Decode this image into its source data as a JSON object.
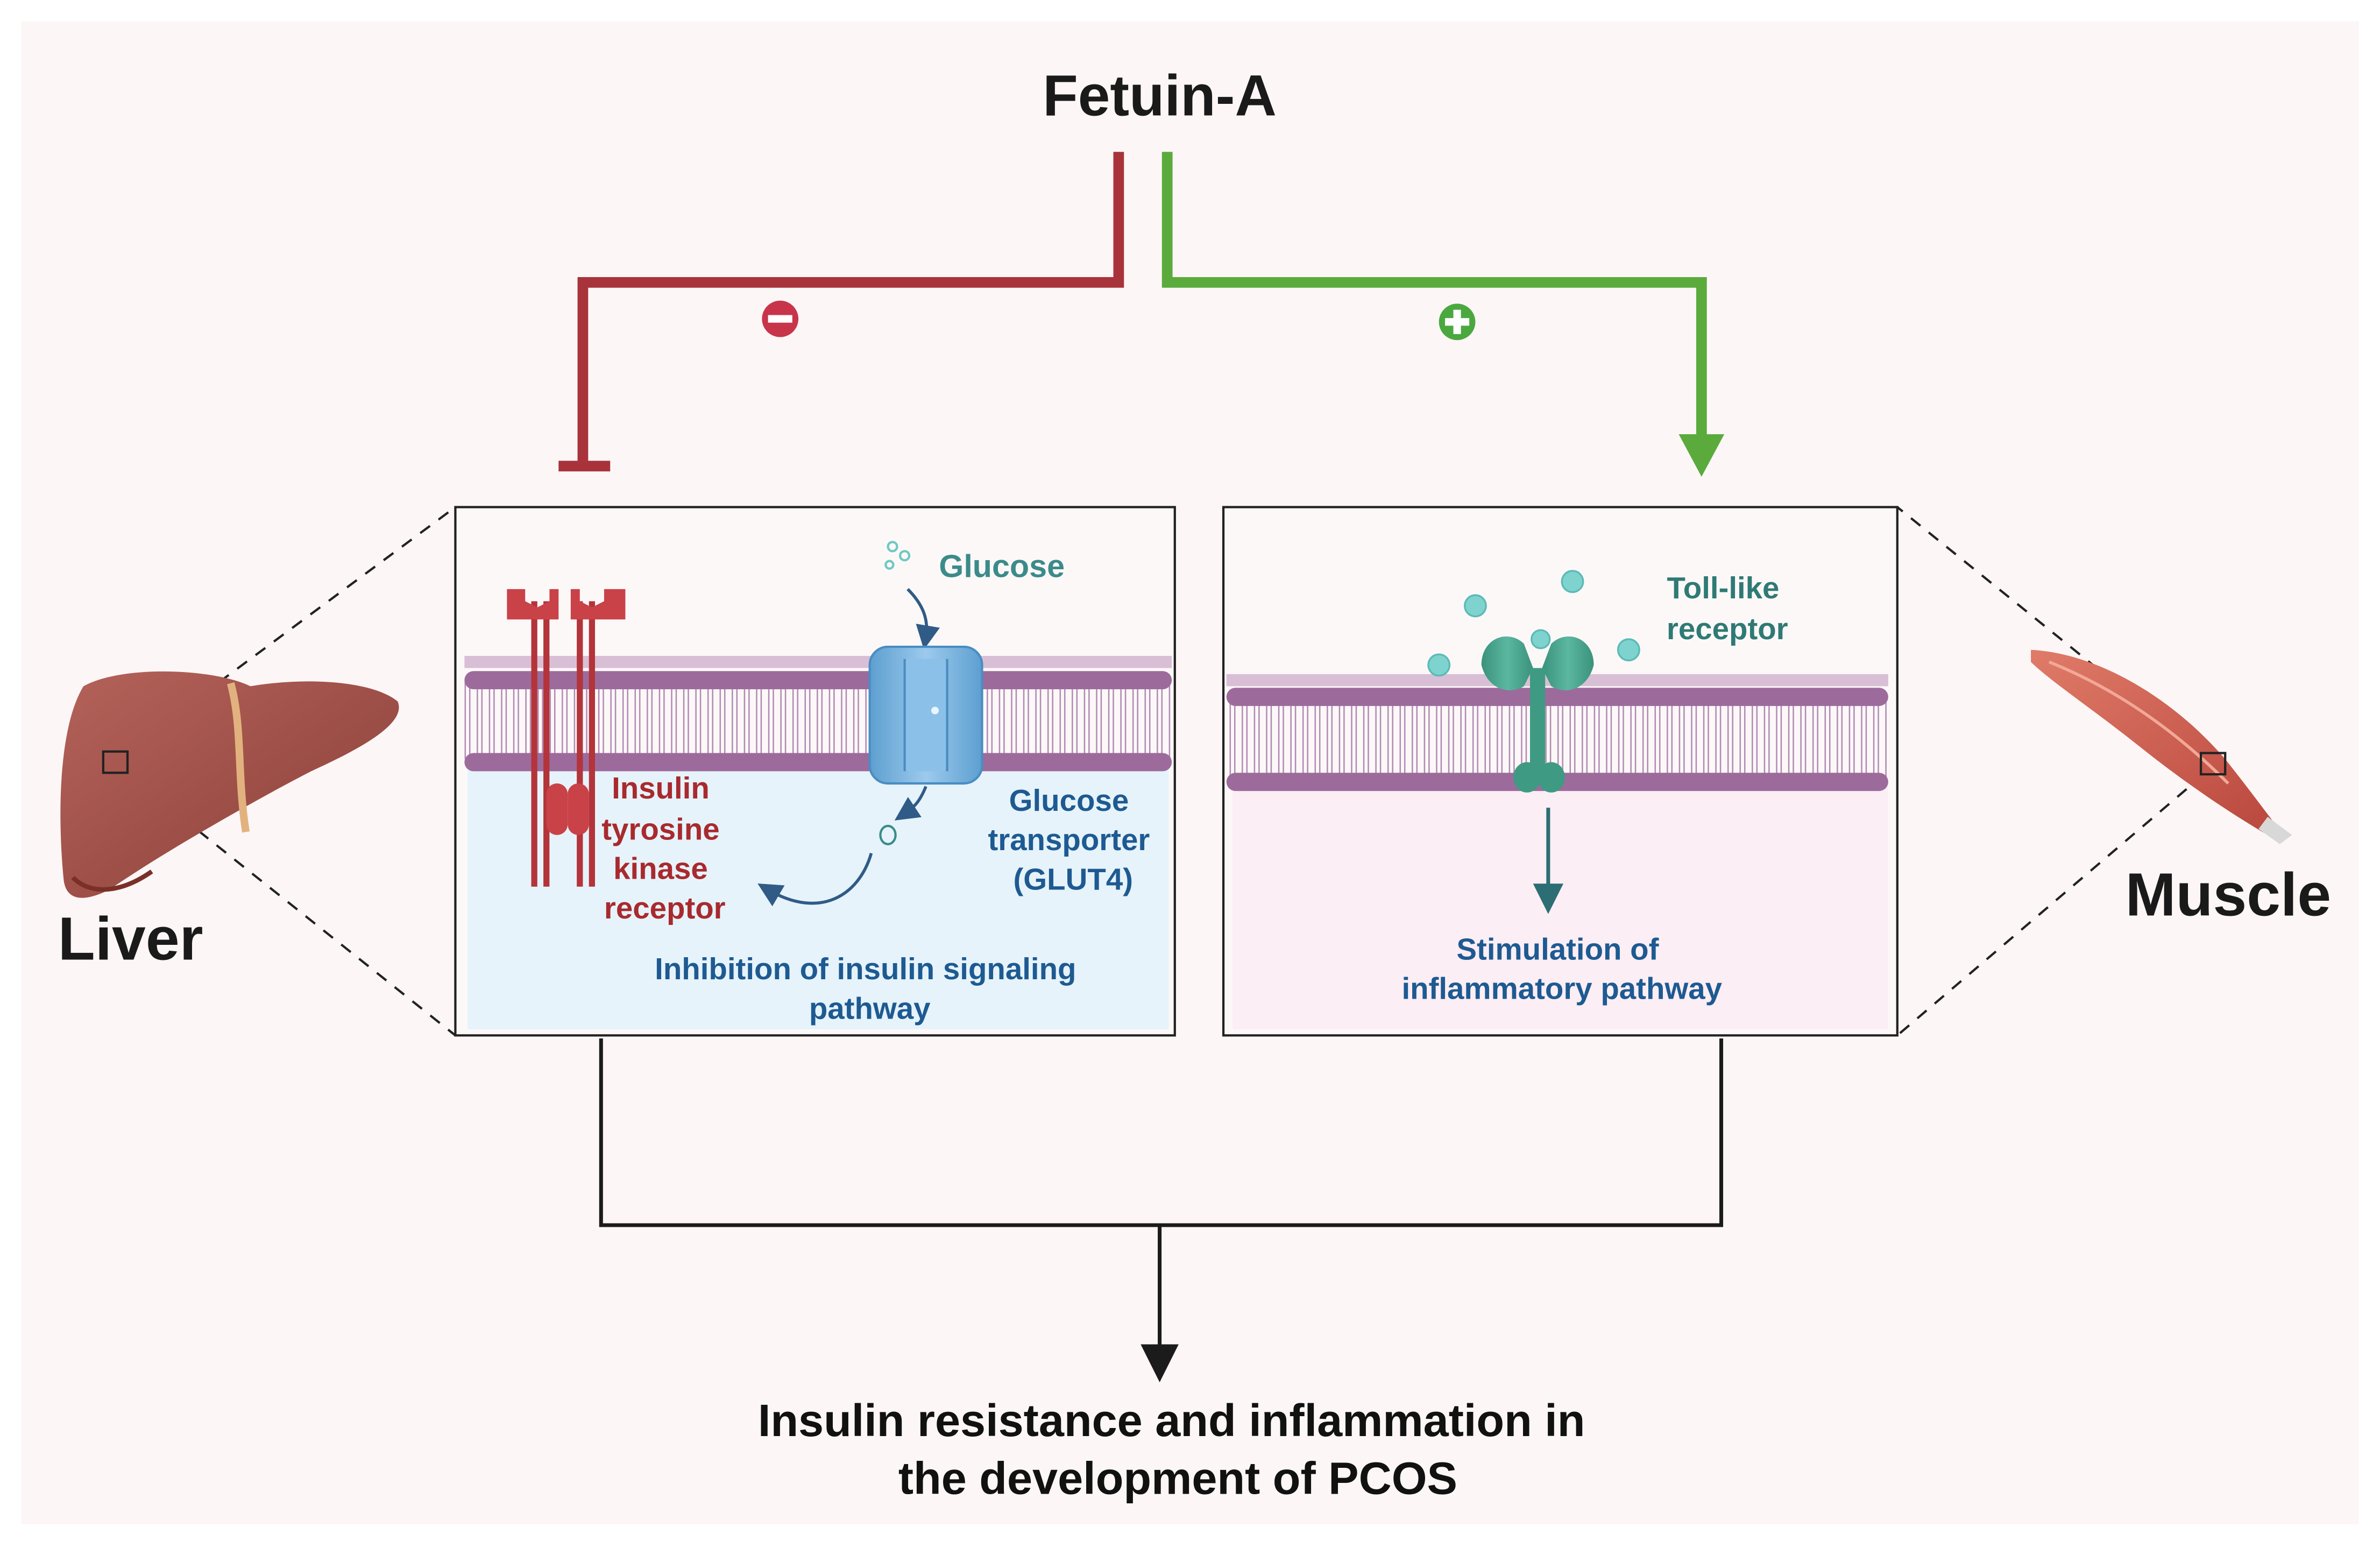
{
  "title": "Fetuin-A",
  "organs": {
    "liver": "Liver",
    "muscle": "Muscle"
  },
  "effects": {
    "inhibit_symbol": "−",
    "stimulate_symbol": "+"
  },
  "liver_panel": {
    "glucose_label": "Glucose",
    "receptor_label": [
      "Insulin",
      "tyrosine",
      "kinase",
      "receptor"
    ],
    "transporter_label": [
      "Glucose",
      "transporter",
      "(GLUT4)"
    ],
    "pathway_label": [
      "Inhibition of insulin signaling",
      "pathway"
    ]
  },
  "muscle_panel": {
    "receptor_label": [
      "Toll-like",
      "receptor"
    ],
    "pathway_label": [
      "Stimulation of",
      "inflammatory pathway"
    ]
  },
  "outcome": [
    "Insulin resistance and inflammation in",
    "the development of PCOS"
  ],
  "colors": {
    "background": "#fcf6f6",
    "inhibit": "#a8333b",
    "stimulate": "#5aab3c",
    "receptor_red": "#c94248",
    "receptor_label": "#a82a2e",
    "glucose_label": "#3b8b8a",
    "glut4": "#6eb0de",
    "blue_label": "#1e5a92",
    "toll_receptor": "#3f9a83",
    "toll_label": "#2f7a74",
    "membrane_head": "#9c6b9c",
    "membrane_tail": "#b38eb5",
    "liver_cytoplasm": "#e6f3fa",
    "muscle_cytoplasm": "#fbeef4",
    "liver_tissue": "#a0524a",
    "muscle_tissue": "#d76c5b"
  }
}
